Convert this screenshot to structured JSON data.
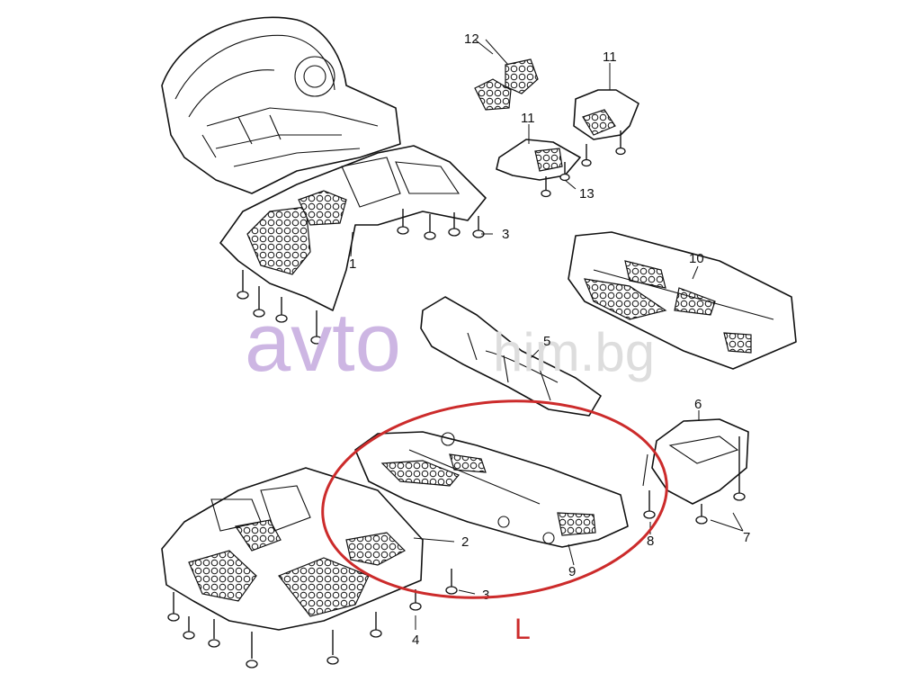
{
  "callouts": {
    "n1": "1",
    "n2": "2",
    "n3a": "3",
    "n3b": "3",
    "n4": "4",
    "n5": "5",
    "n6": "6",
    "n7": "7",
    "n8": "8",
    "n9": "9",
    "n10": "10",
    "n11a": "11",
    "n11b": "11",
    "n12": "12",
    "n13": "13"
  },
  "watermark": {
    "avto": "avto",
    "domain": "him.bg"
  },
  "annotation": {
    "marker": "L",
    "color": "#cc2b2b"
  }
}
